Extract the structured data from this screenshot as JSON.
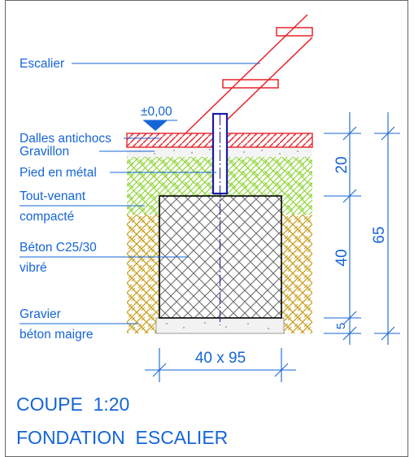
{
  "labels": {
    "escalier": "Escalier",
    "level": "±0,00",
    "dalles": "Dalles antichocs",
    "gravillon": "Gravillon",
    "pied": "Pied en métal",
    "tout_venant_1": "Tout-venant",
    "tout_venant_2": "compacté",
    "beton_1": "Béton C25/30",
    "beton_2": "vibré",
    "gravier_1": "Gravier",
    "gravier_2": "béton maigre"
  },
  "dimensions": {
    "d20": "20",
    "d40": "40",
    "d5": "5",
    "d65": "65",
    "footing": "40 x 95"
  },
  "title": {
    "line1": "COUPE  1:20",
    "line2": "FONDATION  ESCALIER"
  },
  "colors": {
    "annotation": "#1565d8",
    "paving": "#e8232a",
    "compacted_fill": "#8fd43a",
    "soil": "#c8a020",
    "concrete": "#555555"
  }
}
